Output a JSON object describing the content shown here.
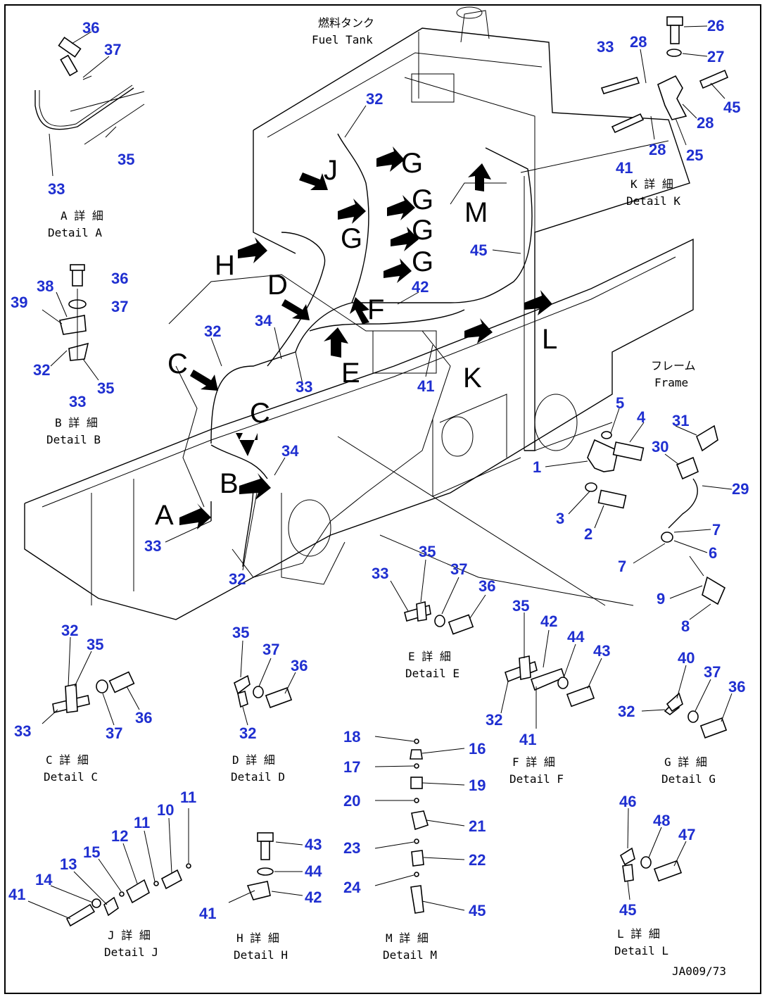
{
  "top_labels": {
    "fuel_tank_ja": "燃料タンク",
    "fuel_tank_en": "Fuel Tank",
    "frame_ja": "フレーム",
    "frame_en": "Frame"
  },
  "views": {
    "A": "A",
    "B": "B",
    "C": "C",
    "C2": "C",
    "D": "D",
    "E": "E",
    "F": "F",
    "G1": "G",
    "G2": "G",
    "G3": "G",
    "G4": "G",
    "G5": "G",
    "H": "H",
    "J": "J",
    "K": "K",
    "L": "L",
    "M": "M"
  },
  "details": {
    "A": {
      "ja": "A 詳 細",
      "en": "Detail A"
    },
    "B": {
      "ja": "B 詳 細",
      "en": "Detail B"
    },
    "C": {
      "ja": "C 詳 細",
      "en": "Detail C"
    },
    "D": {
      "ja": "D 詳 細",
      "en": "Detail D"
    },
    "E": {
      "ja": "E 詳 細",
      "en": "Detail E"
    },
    "F": {
      "ja": "F 詳 細",
      "en": "Detail F"
    },
    "G": {
      "ja": "G 詳 細",
      "en": "Detail G"
    },
    "H": {
      "ja": "H 詳 細",
      "en": "Detail H"
    },
    "J": {
      "ja": "J 詳 細",
      "en": "Detail J"
    },
    "K": {
      "ja": "K 詳 細",
      "en": "Detail K"
    },
    "L": {
      "ja": "L 詳 細",
      "en": "Detail L"
    },
    "M": {
      "ja": "M 詳 細",
      "en": "Detail M"
    }
  },
  "parts": {
    "a36": "36",
    "a37": "37",
    "a35": "35",
    "a33": "33",
    "b36": "36",
    "b38": "38",
    "b39": "39",
    "b37": "37",
    "b32": "32",
    "b35": "35",
    "b33": "33",
    "m32a": "32",
    "m32b": "32",
    "m32c": "32",
    "m34a": "34",
    "m34b": "34",
    "m33a": "33",
    "m33b": "33",
    "m45": "45",
    "m42": "42",
    "m41": "41",
    "k26": "26",
    "k27": "27",
    "k33": "33",
    "k28a": "28",
    "k45": "45",
    "k28b": "28",
    "k28c": "28",
    "k41": "41",
    "k25": "25",
    "f5": "5",
    "f4": "4",
    "f31": "31",
    "f30": "30",
    "f1": "1",
    "f29": "29",
    "f3": "3",
    "f2": "2",
    "f7a": "7",
    "f6": "6",
    "f7b": "7",
    "f9": "9",
    "f8": "8",
    "e35": "35",
    "e33": "33",
    "e37": "37",
    "e36": "36",
    "c32": "32",
    "c35": "35",
    "c33": "33",
    "c37": "37",
    "c36": "36",
    "d35": "35",
    "d37": "37",
    "d36": "36",
    "d32": "32",
    "fd35": "35",
    "fd42": "42",
    "fd44": "44",
    "fd43": "43",
    "fd32": "32",
    "fd41": "41",
    "g40": "40",
    "g37": "37",
    "g36": "36",
    "g32": "32",
    "md18": "18",
    "md16": "16",
    "md17": "17",
    "md19": "19",
    "md20": "20",
    "md21": "21",
    "md23": "23",
    "md22": "22",
    "md24": "24",
    "md45": "45",
    "j11a": "11",
    "j10": "10",
    "j11b": "11",
    "j12": "12",
    "j15": "15",
    "j13": "13",
    "j14": "14",
    "j41": "41",
    "h43": "43",
    "h44": "44",
    "h42": "42",
    "h41": "41",
    "l46": "46",
    "l48": "48",
    "l47": "47",
    "l45": "45"
  },
  "drawing_code": "JA009/73"
}
